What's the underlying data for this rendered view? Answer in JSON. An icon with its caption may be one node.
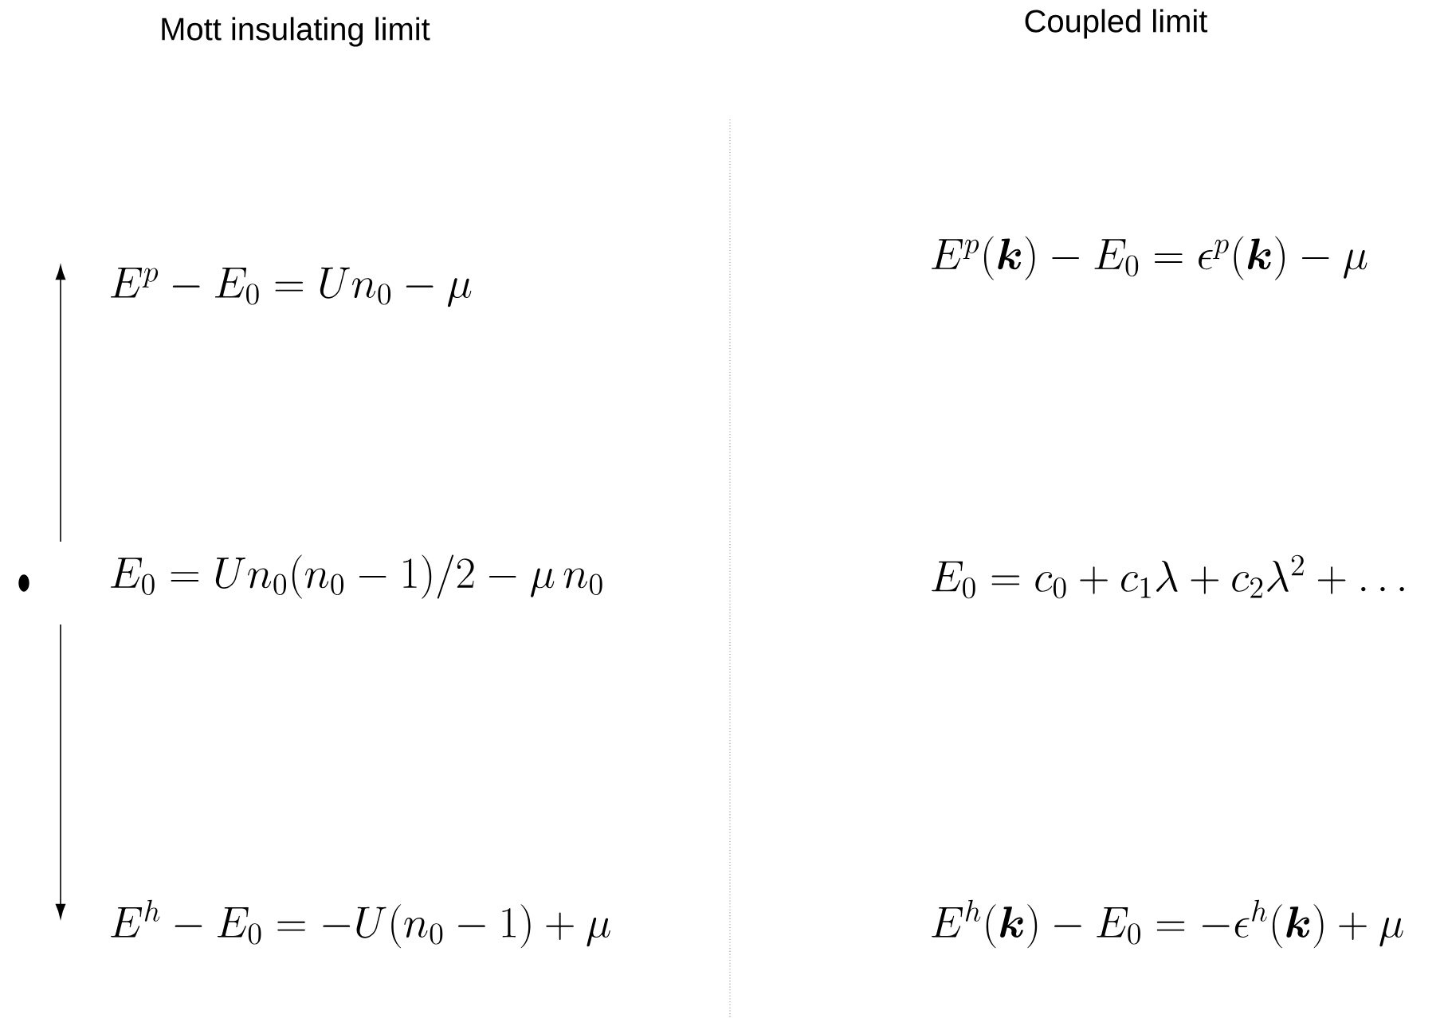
{
  "diagram": {
    "labels": [
      "Mott insulating limit",
      "Coupled limit",
      "E^p - E_0 = U n_0 - \\mu",
      "E^p(\\boldsymbol{k}) - E_0 = \\epsilon^p(\\boldsymbol{k}) - \\mu",
      "E_0 = U n_0 (n_0 - 1)/2 - \\mu\\, n_0",
      "E_0 = c_0 + c_1 \\lambda + c_2 \\lambda^2 + \\ldots",
      "E^h - E_0 = -U(n_0 - 1) + \\mu",
      "E^h(\\boldsymbol{k}) - E_0 = -\\epsilon^h(\\boldsymbol{k}) + \\mu"
    ]
  }
}
